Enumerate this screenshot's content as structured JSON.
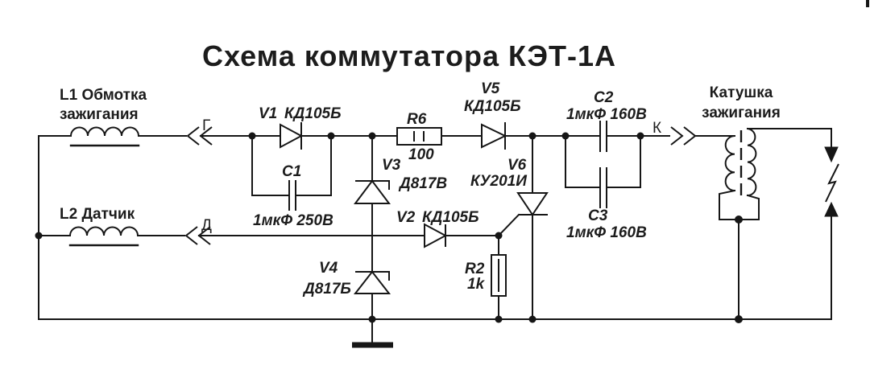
{
  "title": "Схема коммутатора КЭТ-1А",
  "inductors": {
    "l1": {
      "label_line1": "L1 Обмотка",
      "label_line2": "зажигания"
    },
    "l2": {
      "label": "L2 Датчик"
    }
  },
  "connectors": {
    "g": "Г",
    "d": "Д",
    "k": "К"
  },
  "components": {
    "v1": {
      "ref": "V1",
      "part": "КД105Б"
    },
    "v2": {
      "ref": "V2",
      "part": "КД105Б"
    },
    "v3": {
      "ref": "V3",
      "part": "Д817В"
    },
    "v4": {
      "ref": "V4",
      "part": "Д817Б"
    },
    "v5": {
      "ref": "V5",
      "part": "КД105Б"
    },
    "v6": {
      "ref": "V6",
      "part": "КУ201И"
    },
    "c1": {
      "ref": "С1",
      "value": "1мкФ 250В"
    },
    "c2": {
      "ref": "С2",
      "value": "1мкФ 160В"
    },
    "c3": {
      "ref": "С3",
      "value": "1мкФ 160В"
    },
    "r2": {
      "ref": "R2",
      "value": "1k"
    },
    "r6": {
      "ref": "R6",
      "value": "100"
    }
  },
  "ignition_coil": {
    "label_line1": "Катушка",
    "label_line2": "зажигания"
  },
  "colors": {
    "line": "#161616",
    "background": "#ffffff"
  }
}
